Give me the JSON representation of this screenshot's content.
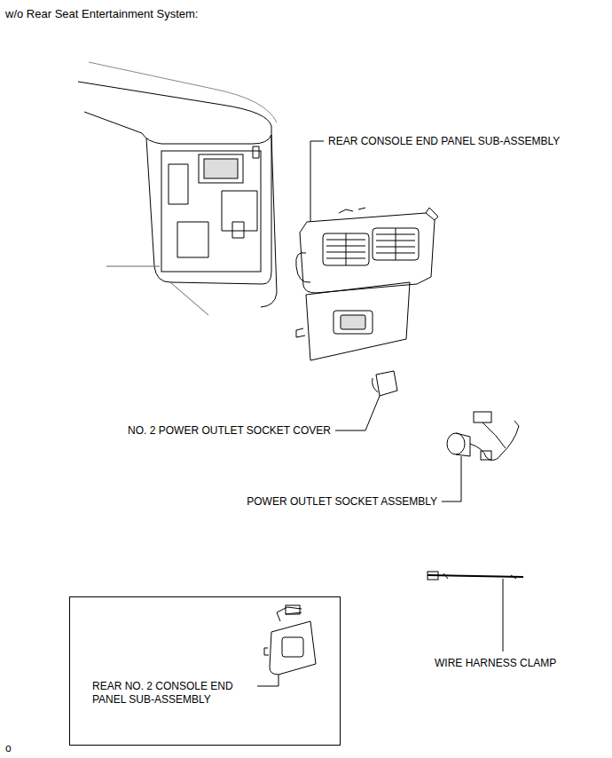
{
  "diagram": {
    "title": "w/o Rear Seat Entertainment System:",
    "nodes": [
      {
        "text": [
          "REAR NO. 2 CONSOLE END PANEL SUB-ASSEMBLY"
        ]
      }
    ],
    "labels": [
      "REAR CONSOLE END PANEL SUB-ASSEMBLY",
      "NO. 2 POWER OUTLET SOCKET COVER",
      "POWER OUTLET SOCKET ASSEMBLY",
      "WIRE HARNESS CLAMP",
      "o"
    ]
  }
}
